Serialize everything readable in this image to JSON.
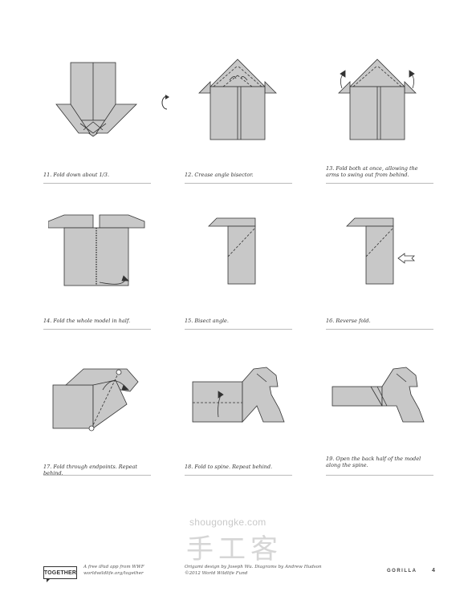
{
  "steps": [
    {
      "caption": "11. Fold down about 1/3."
    },
    {
      "caption": "12. Crease angle bisector."
    },
    {
      "caption": "13. Fold both at once, allowing the arms to swing out from behind."
    },
    {
      "caption": "14. Fold the whole model in half."
    },
    {
      "caption": "15. Bisect angle."
    },
    {
      "caption": "16. Reverse fold."
    },
    {
      "caption": "17. Fold through endpoints. Repeat behind."
    },
    {
      "caption": "18. Fold to spine. Repeat behind."
    },
    {
      "caption": "19. Open the back half of the model along the spine."
    }
  ],
  "watermark": {
    "domain": "shougongke.com",
    "chinese": "手工客"
  },
  "footer": {
    "logo": "TOGETHER",
    "app_line1": "A free iPad app from WWF",
    "app_line2": "worldwildlife.org/together",
    "credit_line1": "Origami design by Joseph Wu. Diagrams by Andrew Hudson",
    "credit_line2": "©2012 World Wildlife Fund",
    "page_label": "GORILLA",
    "page_number": "4"
  },
  "colors": {
    "paper_fill": "#c8c8c8",
    "paper_dark": "#aaaaaa",
    "line": "#333333",
    "rule": "#bbbbbb"
  }
}
